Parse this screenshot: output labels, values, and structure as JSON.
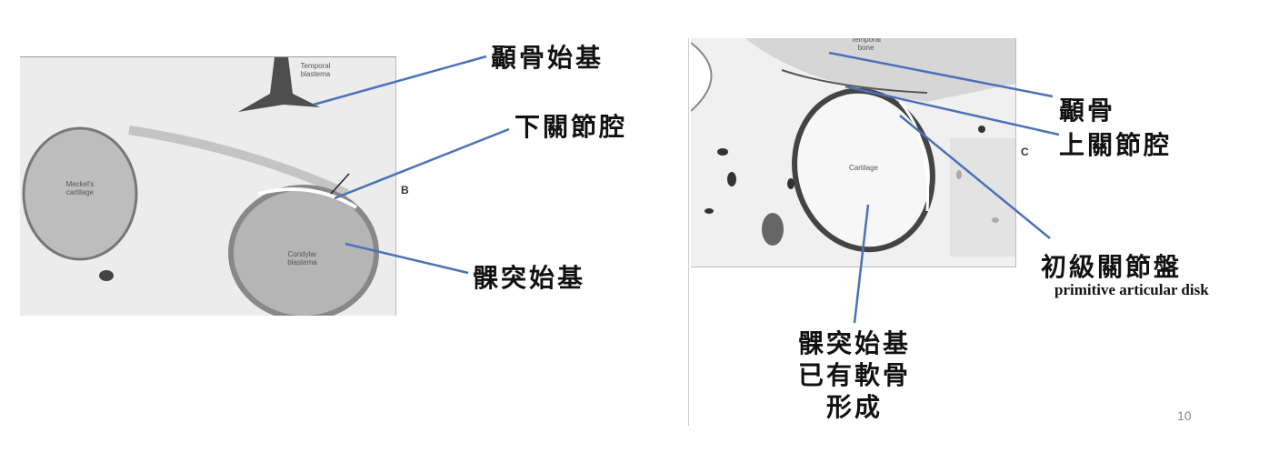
{
  "figure_b": {
    "panel_label": "B",
    "labels": {
      "temporal": "Temporal blastema",
      "meckel": "Meckel's cartilage",
      "condylar": "Condylar blastema"
    },
    "annotations": [
      "顳骨始基",
      "下關節腔",
      "髁突始基"
    ]
  },
  "figure_c": {
    "panel_label": "C",
    "labels": {
      "temporal_bone": "Temporal bone",
      "cartilage": "Cartilage"
    },
    "annotations": [
      "顳骨",
      "上關節腔",
      "初級關節盤"
    ],
    "annotation_en": "primitive articular disk",
    "bottom_note": [
      "髁突始基",
      "已有軟骨",
      "形成"
    ]
  },
  "page_number": "10",
  "colors": {
    "leader_line": "#4a72b8"
  }
}
